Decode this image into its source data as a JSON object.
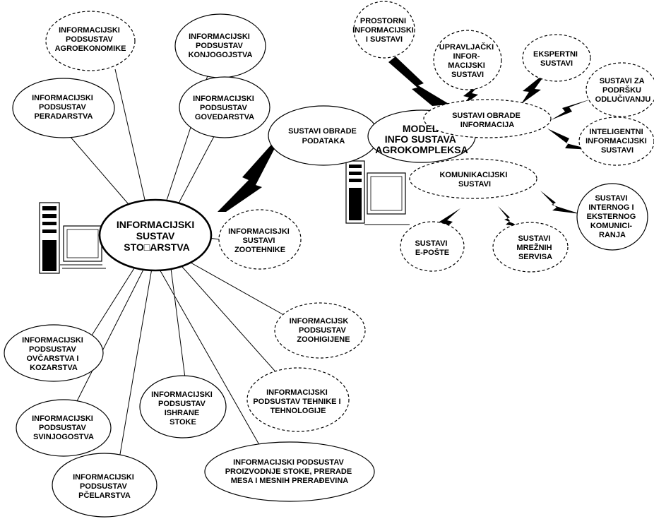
{
  "central": {
    "lines": [
      "INFORMACIJSKI",
      "SUSTAV",
      "STO□ARSTVA"
    ]
  },
  "model": {
    "lines": [
      "MODEL",
      "INFO SUSTAVA",
      "AGROKOMPLEKSA"
    ]
  },
  "processing_data": {
    "lines": [
      "SUSTAVI OBRADE",
      "PODATAKA"
    ]
  },
  "zootech": {
    "lines": [
      "INFORMACISJKI",
      "SUSTAVI",
      "ZOOTEHNIKE"
    ]
  },
  "agroeconomics": {
    "lines": [
      "INFORMACIJSKI",
      "PODSUSTAV",
      "AGROEKONOMIKE"
    ]
  },
  "horses": {
    "lines": [
      "INFORMACIJSKI",
      "PODSUSTAV",
      "KONJOGOJSTVA"
    ]
  },
  "poultry": {
    "lines": [
      "INFORMACIJSKI",
      "PODSUSTAV",
      "PERADARSTVA"
    ]
  },
  "cattle": {
    "lines": [
      "INFORMACIJSKI",
      "PODSUSTAV",
      "GOVEDARSTVA"
    ]
  },
  "zoohygiene": {
    "lines": [
      "INFORMACIJSK",
      "PODSUSTAV",
      "ZOOHIGIJENE"
    ]
  },
  "sheep": {
    "lines": [
      "INFORMACIJSKI",
      "PODSUSTAV",
      "OVČARSTVA I",
      "KOZARSTVA"
    ]
  },
  "feeding": {
    "lines": [
      "INFORMACIJSKI",
      "PODSUSTAV",
      "ISHRANE",
      "STOKE"
    ]
  },
  "technology": {
    "lines": [
      "INFORMACIJSKI",
      "PODSUSTAV TEHNIKE I",
      "TEHNOLOGIJE"
    ]
  },
  "pigs": {
    "lines": [
      "INFORMACIJSKI",
      "PODSUSTAV",
      "SVINJOGOSTVA"
    ]
  },
  "production": {
    "lines": [
      "INFORMACIJSKI PODSUSTAV",
      "PROIZVODNJE STOKE, PRERADE",
      "MESA I MESNIH PRERAĐEVINA"
    ]
  },
  "bees": {
    "lines": [
      "INFORMACIJSKI",
      "PODSUSTAV",
      "PČELARSTVA"
    ]
  },
  "spatial": {
    "lines": [
      "PROSTORNI",
      "INFORMACIJSKI",
      "I SUSTAVI"
    ]
  },
  "management": {
    "lines": [
      "UPRAVLJAČKI",
      "INFOR-",
      "MACIJSKI",
      "SUSTAVI"
    ]
  },
  "expert": {
    "lines": [
      "EKSPERTNI",
      "SUSTAVI"
    ]
  },
  "decision": {
    "lines": [
      "SUSTAVI ZA",
      "PODRŠKU",
      "ODLUČIVANJU"
    ]
  },
  "info_processing": {
    "lines": [
      "SUSTAVI OBRADE",
      "INFORMACIJA"
    ]
  },
  "intelligent": {
    "lines": [
      "INTELIGENTNI",
      "INFORMACIJSKI",
      "SUSTAVI"
    ]
  },
  "communication": {
    "lines": [
      "KOMUNIKACIJSKI",
      "SUSTAVI"
    ]
  },
  "internal_external": {
    "lines": [
      "SUSTAVI",
      "INTERNOG I",
      "EKSTERNOG",
      "KOMUNICI-",
      "RANJA"
    ]
  },
  "email": {
    "lines": [
      "SUSTAVI",
      "E-POŠTE"
    ]
  },
  "network": {
    "lines": [
      "SUSTAVI",
      "MREŽNIH",
      "SERVISA"
    ]
  }
}
